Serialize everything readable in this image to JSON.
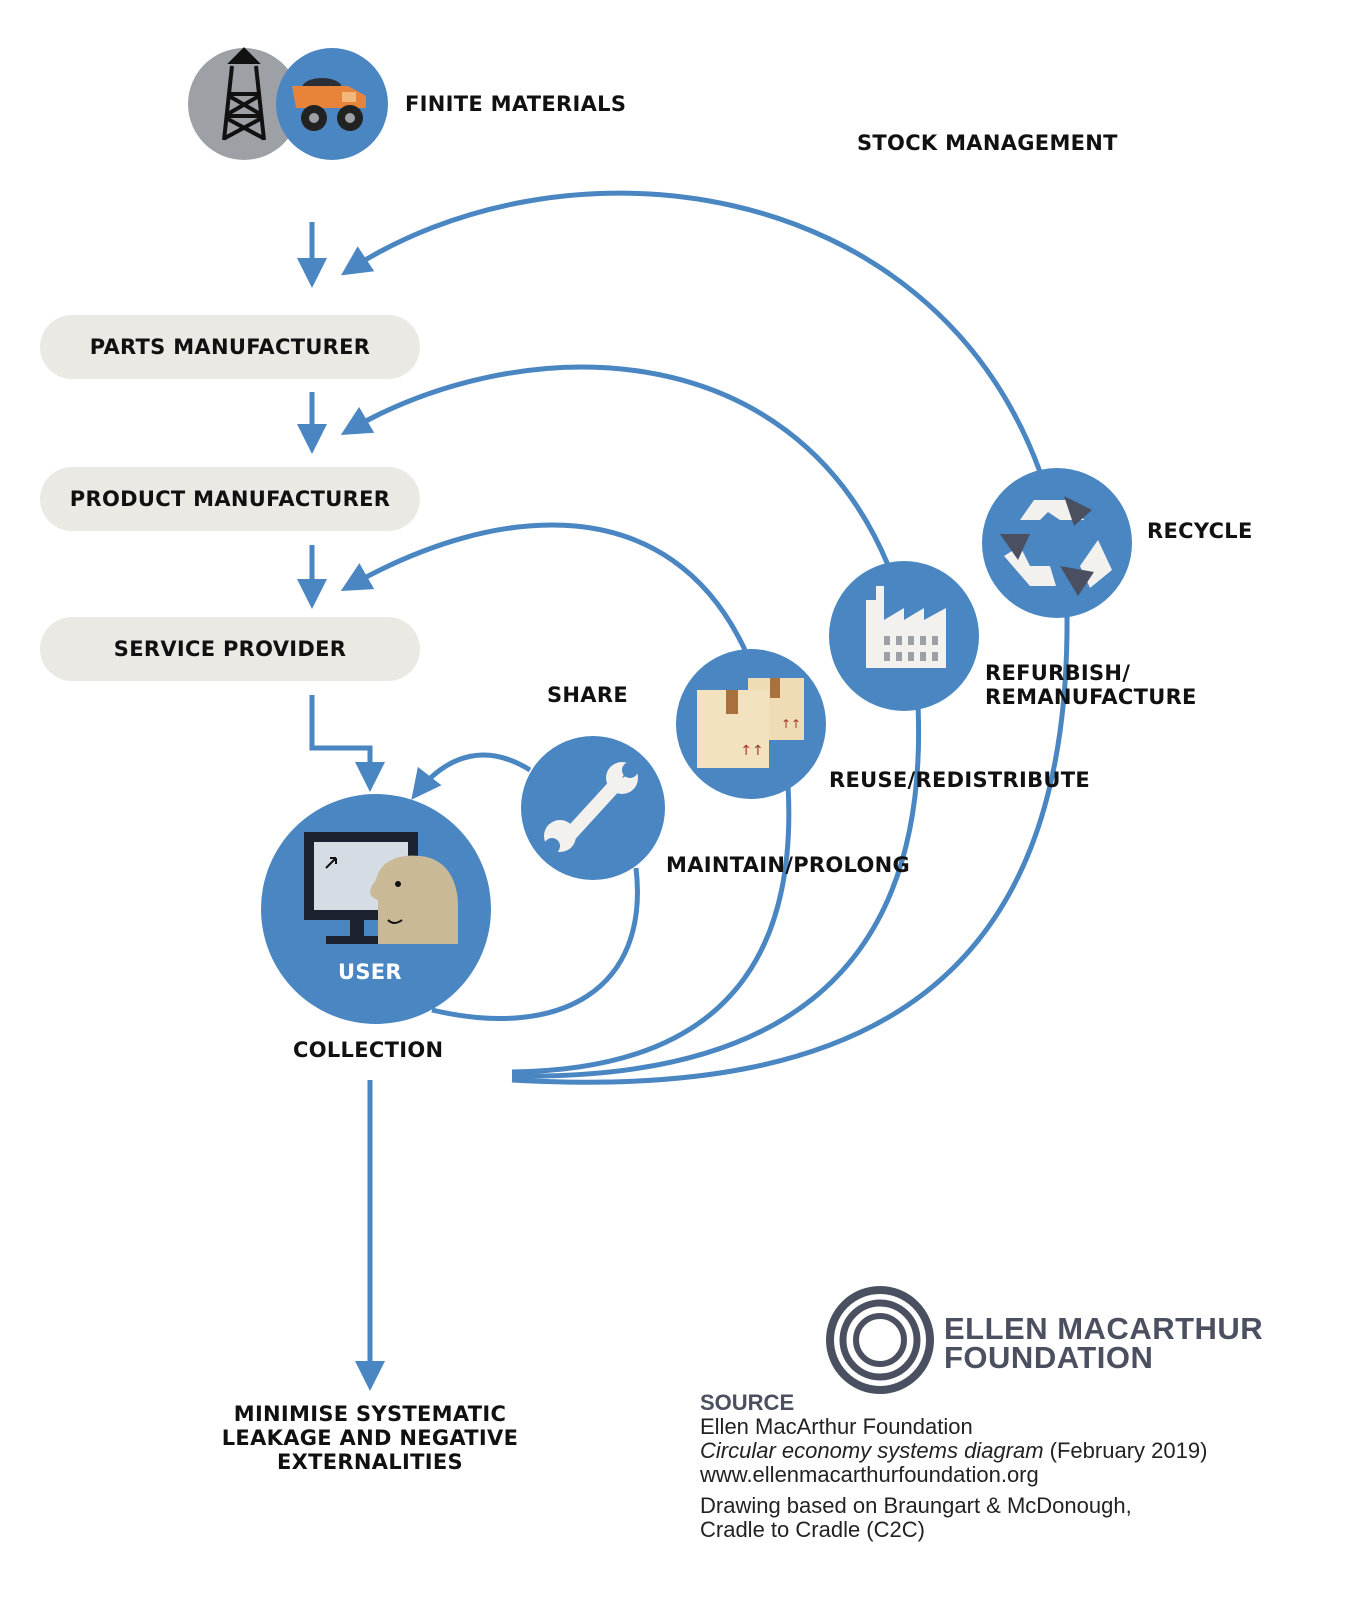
{
  "colors": {
    "accent": "#4a86c2",
    "pill": "#ebe9e4",
    "grey": "#9da1a6",
    "brand": "#4b5060"
  },
  "top": {
    "finite_materials": "FINITE MATERIALS",
    "stock_management": "STOCK MANAGEMENT"
  },
  "chain": {
    "parts_manufacturer": "PARTS MANUFACTURER",
    "product_manufacturer": "PRODUCT MANUFACTURER",
    "service_provider": "SERVICE PROVIDER"
  },
  "loops": {
    "share": "SHARE",
    "maintain": "MAINTAIN/PROLONG",
    "reuse": "REUSE/REDISTRIBUTE",
    "refurbish_line1": "REFURBISH/",
    "refurbish_line2": "REMANUFACTURE",
    "recycle": "RECYCLE"
  },
  "user": {
    "label": "USER",
    "collection": "COLLECTION"
  },
  "leakage": {
    "line1": "MINIMISE SYSTEMATIC",
    "line2": "LEAKAGE AND NEGATIVE",
    "line3": "EXTERNALITIES"
  },
  "icons": [
    "oil-derrick-icon",
    "mining-truck-icon",
    "recycle-icon",
    "factory-icon",
    "boxes-icon",
    "wrench-icon",
    "computer-user-icon",
    "foundation-logo-icon"
  ],
  "brand": {
    "line1": "ELLEN MACARTHUR",
    "line2": "FOUNDATION"
  },
  "source": {
    "heading": "SOURCE",
    "org": "Ellen MacArthur Foundation",
    "title": "Circular economy systems diagram",
    "date": "(February 2019)",
    "url": "www.ellenmacarthurfoundation.org",
    "drawing_line1": "Drawing based on Braungart & McDonough,",
    "drawing_line2": "Cradle to Cradle (C2C)"
  }
}
